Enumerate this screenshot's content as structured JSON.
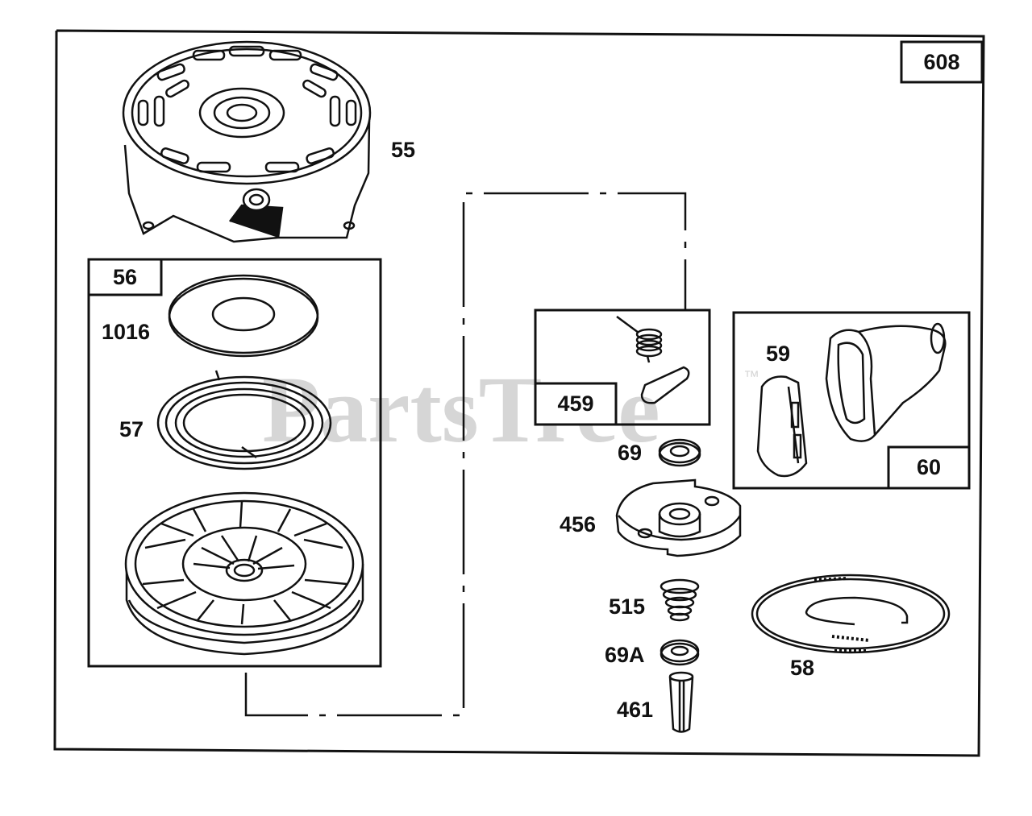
{
  "watermark": {
    "text": "PartsTree",
    "trademark": "™"
  },
  "assembly_label": "608",
  "sub_assemblies": [
    {
      "label": "56"
    },
    {
      "label": "459"
    },
    {
      "label": "60"
    }
  ],
  "parts": [
    {
      "number": "55",
      "name_icon": "starter-housing-icon"
    },
    {
      "number": "1016",
      "name_icon": "washer-plate-icon"
    },
    {
      "number": "57",
      "name_icon": "rewind-spring-icon"
    },
    {
      "number": "59",
      "name_icon": "handle-insert-icon"
    },
    {
      "number": "69",
      "name_icon": "washer-icon"
    },
    {
      "number": "456",
      "name_icon": "pawl-plate-icon"
    },
    {
      "number": "515",
      "name_icon": "coil-spring-icon"
    },
    {
      "number": "69A",
      "name_icon": "washer-icon"
    },
    {
      "number": "461",
      "name_icon": "pin-icon"
    },
    {
      "number": "58",
      "name_icon": "starter-rope-icon"
    }
  ],
  "colors": {
    "line": "#111111",
    "watermark": "#d6d6d6",
    "background": "#ffffff"
  }
}
